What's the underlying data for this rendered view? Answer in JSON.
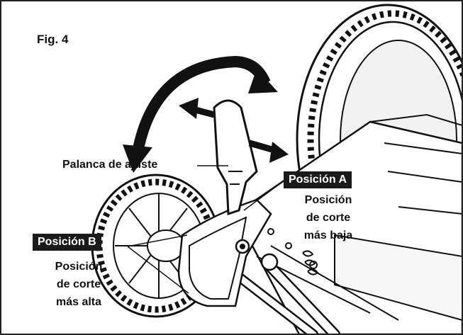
{
  "figure": {
    "title": "Fig. 4",
    "lever_label": "Palanca de ajuste",
    "position_a": {
      "badge": "Posición A",
      "line1": "Posición",
      "line2": "de corte",
      "line3": "más baja"
    },
    "position_b": {
      "badge": "Posición B",
      "line1": "Posición",
      "line2": "de corte",
      "line3": "más alta"
    }
  },
  "colors": {
    "ink": "#111111",
    "badge_bg": "#1a1a1a",
    "badge_text": "#ffffff",
    "frame": "#222222"
  }
}
